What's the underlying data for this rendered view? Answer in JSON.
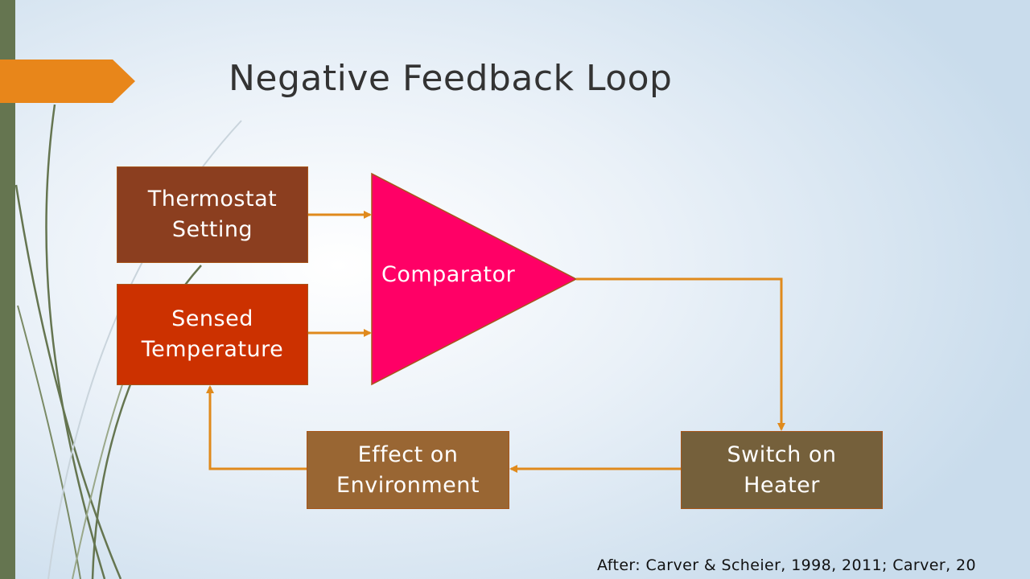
{
  "slide": {
    "title": "Negative Feedback Loop",
    "citation": "After:  Carver & Scheier, 1998, 2011; Carver, 20"
  },
  "nodes": {
    "thermostat": {
      "line1": "Thermostat",
      "line2": "Setting",
      "color": "#8b3e1f"
    },
    "sensed": {
      "line1": "Sensed",
      "line2": "Temperature",
      "color": "#cc3100"
    },
    "comparator": {
      "label": "Comparator",
      "color": "#ff0066"
    },
    "heater": {
      "line1": "Switch on",
      "line2": "Heater",
      "color": "#75603b"
    },
    "effect": {
      "line1": "Effect on",
      "line2": "Environment",
      "color": "#996633"
    }
  },
  "edges": [
    {
      "from": "thermostat",
      "to": "comparator"
    },
    {
      "from": "sensed",
      "to": "comparator"
    },
    {
      "from": "comparator",
      "to": "heater"
    },
    {
      "from": "heater",
      "to": "effect"
    },
    {
      "from": "effect",
      "to": "sensed"
    }
  ],
  "colors": {
    "accent": "#e8861a",
    "connector": "#e08a1c",
    "left_bar": "#657550",
    "title_text": "#333333"
  }
}
